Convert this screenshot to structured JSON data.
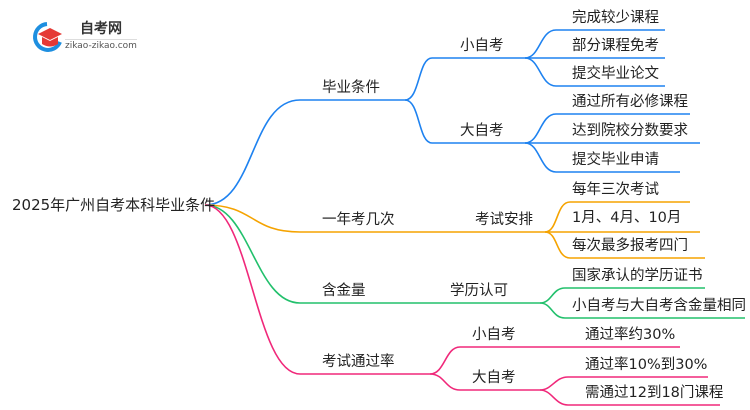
{
  "logo": {
    "title": "自考网",
    "url": "zikao-zikao.com"
  },
  "root": "2025年广州自考本科毕业条件",
  "colors": {
    "blue": "#1e82f0",
    "orange": "#f5a300",
    "green": "#22c06c",
    "pink": "#f0287a"
  },
  "branches": [
    {
      "label": "毕业条件",
      "children": [
        {
          "label": "小自考",
          "leaves": [
            "完成较少课程",
            "部分课程免考",
            "提交毕业论文"
          ]
        },
        {
          "label": "大自考",
          "leaves": [
            "通过所有必修课程",
            "达到院校分数要求",
            "提交毕业申请"
          ]
        }
      ]
    },
    {
      "label": "一年考几次",
      "children": [
        {
          "label": "考试安排",
          "leaves": [
            "每年三次考试",
            "1月、4月、10月",
            "每次最多报考四门"
          ]
        }
      ]
    },
    {
      "label": "含金量",
      "children": [
        {
          "label": "学历认可",
          "leaves": [
            "国家承认的学历证书",
            "小自考与大自考含金量相同"
          ]
        }
      ]
    },
    {
      "label": "考试通过率",
      "children": [
        {
          "label": "小自考",
          "leaves": [
            "通过率约30%"
          ]
        },
        {
          "label": "大自考",
          "leaves": [
            "通过率10%到30%",
            "需通过12到18门课程"
          ]
        }
      ]
    }
  ]
}
